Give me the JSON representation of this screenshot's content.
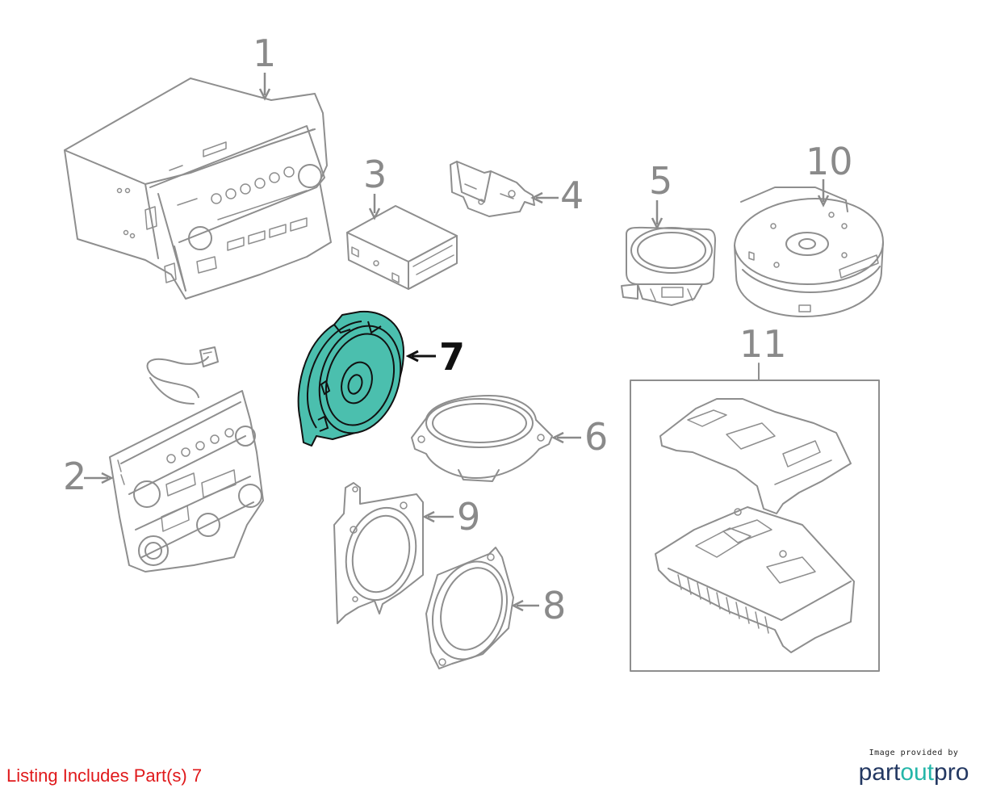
{
  "callouts": [
    {
      "id": "1",
      "label": "1"
    },
    {
      "id": "2",
      "label": "2"
    },
    {
      "id": "3",
      "label": "3"
    },
    {
      "id": "4",
      "label": "4"
    },
    {
      "id": "5",
      "label": "5"
    },
    {
      "id": "6",
      "label": "6"
    },
    {
      "id": "7",
      "label": "7",
      "highlighted": true
    },
    {
      "id": "8",
      "label": "8"
    },
    {
      "id": "9",
      "label": "9"
    },
    {
      "id": "10",
      "label": "10"
    },
    {
      "id": "11",
      "label": "11"
    }
  ],
  "highlight_color": "#4bbfae",
  "line_color": "#8e8e8e",
  "listing_note": "Listing Includes Part(s) 7",
  "listing_note_color": "#e0191b",
  "logo": {
    "caption": "Image provided by",
    "word_part1": "part",
    "word_part2": "out",
    "word_part3": "pro"
  }
}
